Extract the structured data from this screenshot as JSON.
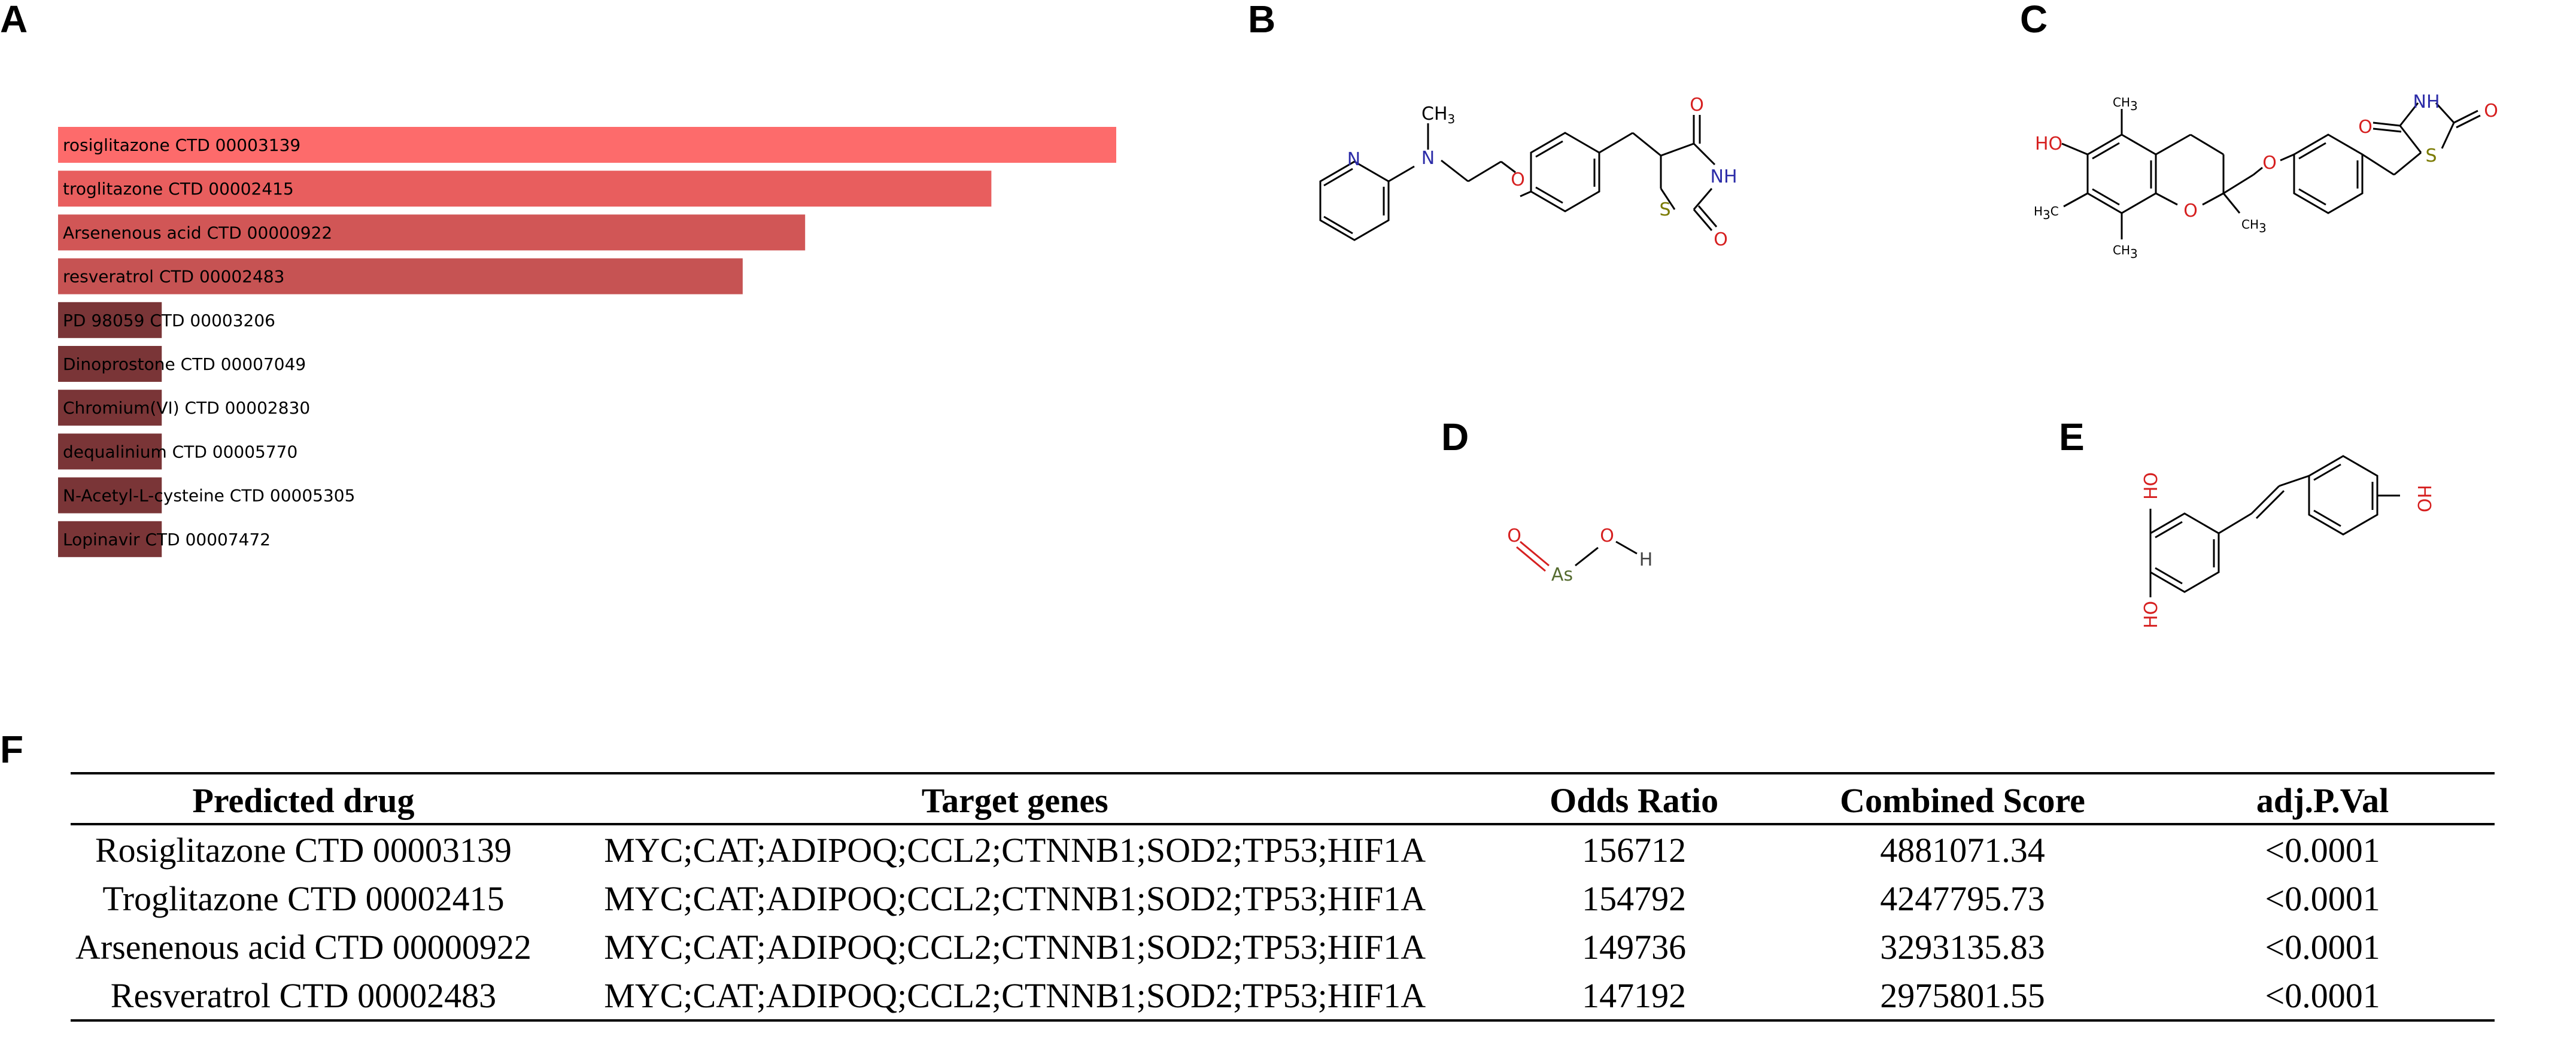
{
  "panels": {
    "a": "A",
    "b": "B",
    "c": "C",
    "d": "D",
    "e": "E",
    "f": "F"
  },
  "chart_data": {
    "type": "bar",
    "orientation": "horizontal",
    "title": "",
    "xlabel": "",
    "ylabel": "",
    "categories": [
      "rosiglitazone CTD 00003139",
      "troglitazone CTD 00002415",
      "Arsenenous acid CTD 00000922",
      "resveratrol CTD 00002483",
      "PD 98059 CTD 00003206",
      "Dinoprostone CTD 00007049",
      "Chromium(VI) CTD 00002830",
      "dequalinium CTD 00005770",
      "N-Acetyl-L-cysteine CTD 00005305",
      "Lopinavir CTD 00007472"
    ],
    "values": [
      100,
      88.2,
      70.6,
      64.7,
      9.8,
      9.8,
      9.8,
      9.8,
      9.8,
      9.8
    ],
    "bar_colors": [
      "#fd6b6b",
      "#e85e5e",
      "#d15656",
      "#c65353",
      "#7a3537",
      "#7a3537",
      "#7a3537",
      "#7a3537",
      "#7a3537",
      "#7a3537"
    ],
    "grid": false,
    "legend": "none"
  },
  "molecules": {
    "b": {
      "N1": "N",
      "N2": "N",
      "CH3": "CH",
      "CH3sub": "3",
      "O": "O",
      "S": "S",
      "NH": "NH",
      "O1": "O",
      "O2": "O"
    },
    "c": {
      "HO": "HO",
      "O_ring": "O",
      "O_link": "O",
      "S": "S",
      "NH": "NH",
      "O1": "O",
      "O2": "O",
      "C": "C",
      "H": "H",
      "sub3": "3"
    },
    "d": {
      "O1": "O",
      "As": "As",
      "O2": "O",
      "H": "H"
    },
    "e": {
      "OH1": "HO",
      "OH2": "HO",
      "OH3": "HO"
    }
  },
  "table": {
    "headers": [
      "Predicted drug",
      "Target genes",
      "Odds Ratio",
      "Combined Score",
      "adj.P.Val"
    ],
    "rows": [
      [
        "Rosiglitazone CTD 00003139",
        "MYC;CAT;ADIPOQ;CCL2;CTNNB1;SOD2;TP53;HIF1A",
        "156712",
        "4881071.34",
        "<0.0001"
      ],
      [
        "Troglitazone CTD 00002415",
        "MYC;CAT;ADIPOQ;CCL2;CTNNB1;SOD2;TP53;HIF1A",
        "154792",
        "4247795.73",
        "<0.0001"
      ],
      [
        "Arsenenous acid CTD 00000922",
        "MYC;CAT;ADIPOQ;CCL2;CTNNB1;SOD2;TP53;HIF1A",
        "149736",
        "3293135.83",
        "<0.0001"
      ],
      [
        "Resveratrol CTD 00002483",
        "MYC;CAT;ADIPOQ;CCL2;CTNNB1;SOD2;TP53;HIF1A",
        "147192",
        "2975801.55",
        "<0.0001"
      ]
    ]
  }
}
